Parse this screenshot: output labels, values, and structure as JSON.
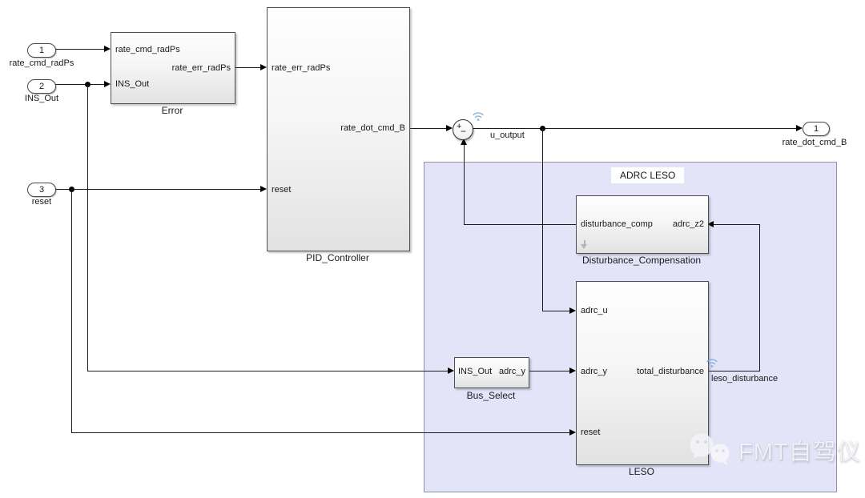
{
  "inports": [
    {
      "id": "1",
      "label": "rate_cmd_radPs"
    },
    {
      "id": "2",
      "label": "INS_Out"
    },
    {
      "id": "3",
      "label": "reset"
    }
  ],
  "outports": [
    {
      "id": "1",
      "label": "rate_dot_cmd_B"
    }
  ],
  "blocks": {
    "error": {
      "name": "Error",
      "in1": "rate_cmd_radPs",
      "in2": "INS_Out",
      "out1": "rate_err_radPs"
    },
    "pid": {
      "name": "PID_Controller",
      "in1": "rate_err_radPs",
      "in2": "reset",
      "out1": "rate_dot_cmd_B"
    },
    "dc": {
      "name": "Disturbance_Compensation",
      "out1": "disturbance_comp",
      "in1": "adrc_z2"
    },
    "bus": {
      "name": "Bus_Select",
      "in1": "INS_Out",
      "out1": "adrc_y"
    },
    "leso": {
      "name": "LESO",
      "in1": "adrc_u",
      "in2": "adrc_y",
      "in3": "reset",
      "out1": "total_disturbance"
    }
  },
  "region": {
    "label": "ADRC LESO",
    "fill": "#e4e4f8"
  },
  "sum": {
    "plus": "+",
    "minus": "−"
  },
  "signals": {
    "u_output": "u_output",
    "leso_disturbance": "leso_disturbance"
  },
  "watermark": {
    "text": "FMT自驾仪"
  },
  "colors": {
    "wire": "#1a1a1a",
    "badge_blue": "#76aede",
    "region_fill": "#e4e4f8"
  }
}
